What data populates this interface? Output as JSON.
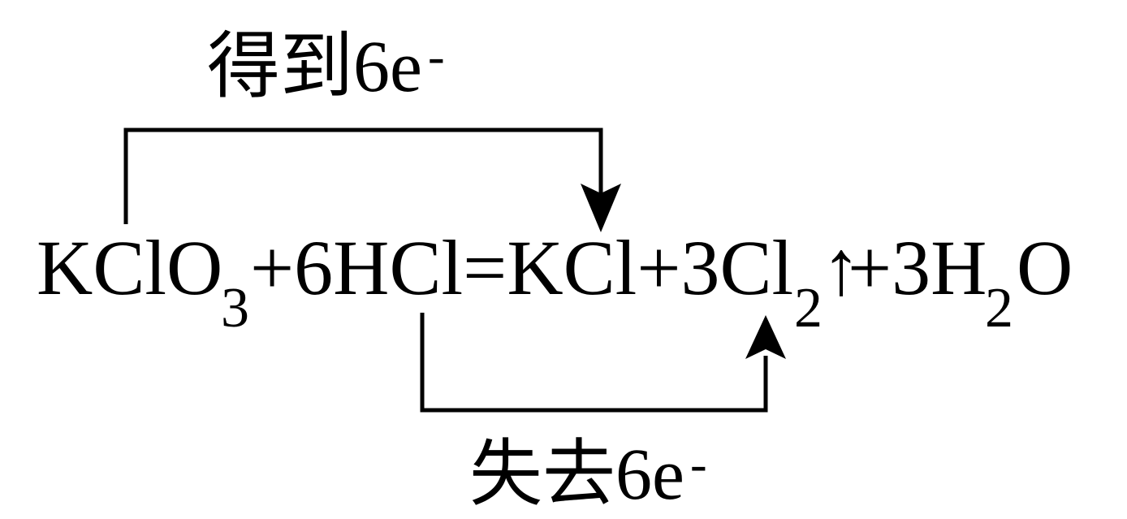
{
  "labels": {
    "gain": {
      "text": "得到6e",
      "sup": "-"
    },
    "lose": {
      "text": "失去6e",
      "sup": "-"
    }
  },
  "equation": {
    "parts": [
      "KClO",
      "3",
      "+6HCl=KCl+3Cl",
      "2",
      "↑",
      "+3H",
      "2",
      "O"
    ]
  },
  "colors": {
    "ink": "#000000",
    "background": "#ffffff"
  }
}
